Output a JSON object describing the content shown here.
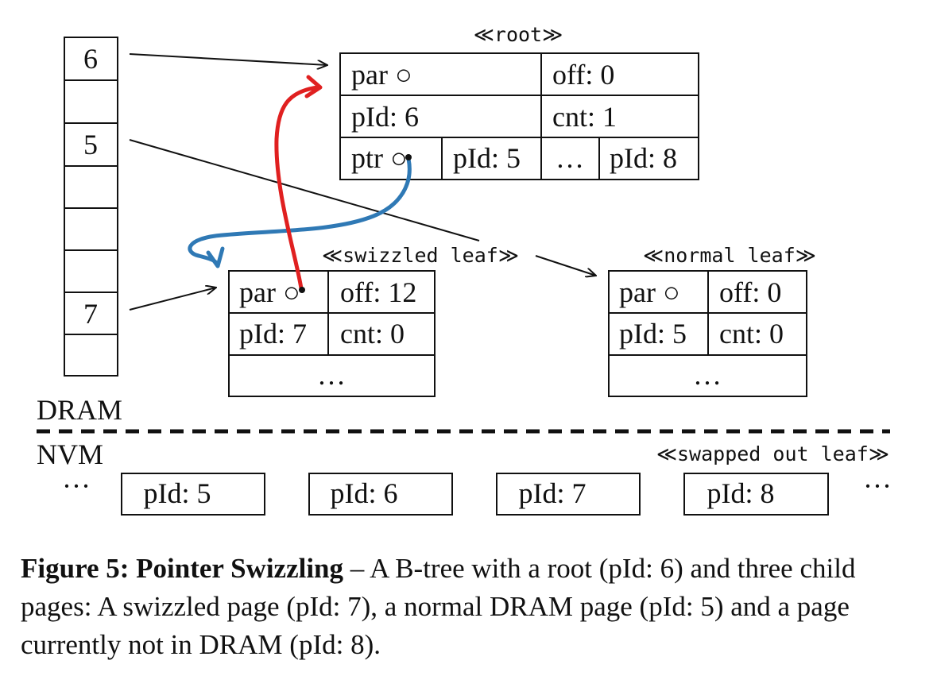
{
  "dram": {
    "slots": [
      "6",
      "",
      "5",
      "",
      "",
      "",
      "7",
      ""
    ],
    "label": "DRAM"
  },
  "nvm": {
    "label": "NVM",
    "ellipsis_left": "···",
    "ellipsis_right": "···",
    "pages": [
      "pId: 5",
      "pId: 6",
      "pId: 7",
      "pId: 8"
    ]
  },
  "root": {
    "stereotype": "≪root≫",
    "par": "par ○",
    "off": "off: 0",
    "pid": "pId: 6",
    "cnt": "cnt: 1",
    "ptr": "ptr ○",
    "child1": "pId: 5",
    "dots": "…",
    "child3": "pId: 8"
  },
  "swizzled": {
    "stereotype": "≪swizzled leaf≫",
    "par": "par ○",
    "off": "off: 12",
    "pid": "pId: 7",
    "cnt": "cnt: 0",
    "dots": "…"
  },
  "normal": {
    "stereotype": "≪normal leaf≫",
    "par": "par ○",
    "off": "off: 0",
    "pid": "pId: 5",
    "cnt": "cnt: 0",
    "dots": "…"
  },
  "swapped": {
    "stereotype": "≪swapped out leaf≫"
  },
  "colors": {
    "red_arrow": "#e02020",
    "blue_arrow": "#2f79b5"
  },
  "caption": {
    "title": "Figure 5: Pointer Swizzling",
    "text": " – A B-tree with a root (pId: 6) and three child pages: A swizzled page (pId: 7), a normal DRAM page (pId: 5) and a page currently not in DRAM (pId: 8)."
  }
}
